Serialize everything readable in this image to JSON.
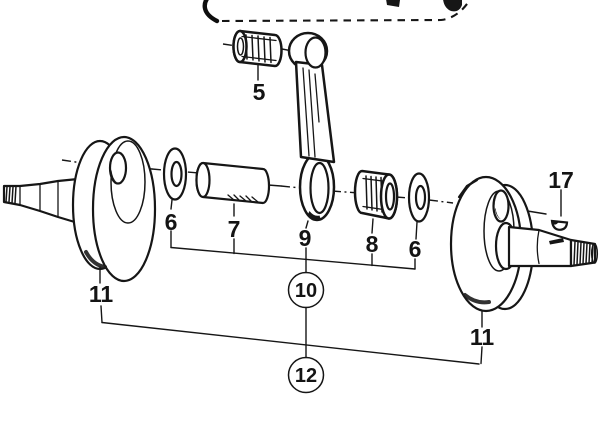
{
  "figure": {
    "kind": "exploded-parts-diagram",
    "subject": "crankshaft and connecting rod assembly",
    "paper_color": "#ffffff",
    "ink_color": "#161616"
  },
  "callouts": {
    "part_5": "5",
    "part_6_left": "6",
    "part_7": "7",
    "part_9": "9",
    "part_8": "8",
    "part_6_right": "6",
    "part_11_left": "11",
    "part_11_right": "11",
    "part_17": "17",
    "group_10": "10",
    "group_12": "12"
  }
}
